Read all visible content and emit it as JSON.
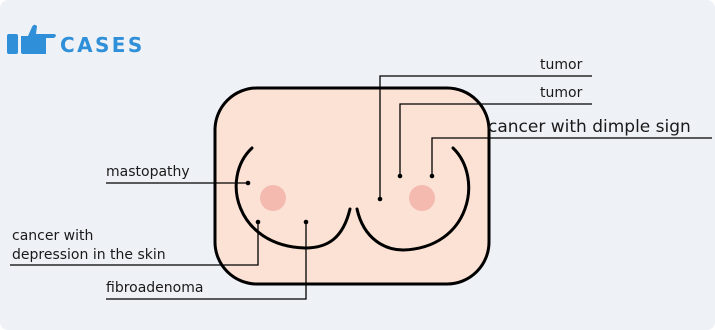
{
  "header": {
    "title": "CASES",
    "icon": "pointing-hand-icon",
    "accent_color": "#2f8fd8"
  },
  "diagram": {
    "body_fill": "#fbe2d4",
    "nipple_color": "#f4bab0",
    "labels": {
      "tumor_upper": "tumor",
      "tumor_lower": "tumor",
      "cancer_dimple": "cancer with dimple sign",
      "mastopathy": "mastopathy",
      "cancer_skin_line1": "cancer with",
      "cancer_skin_line2": "depression in the skin",
      "fibroadenoma": "fibroadenoma"
    }
  }
}
